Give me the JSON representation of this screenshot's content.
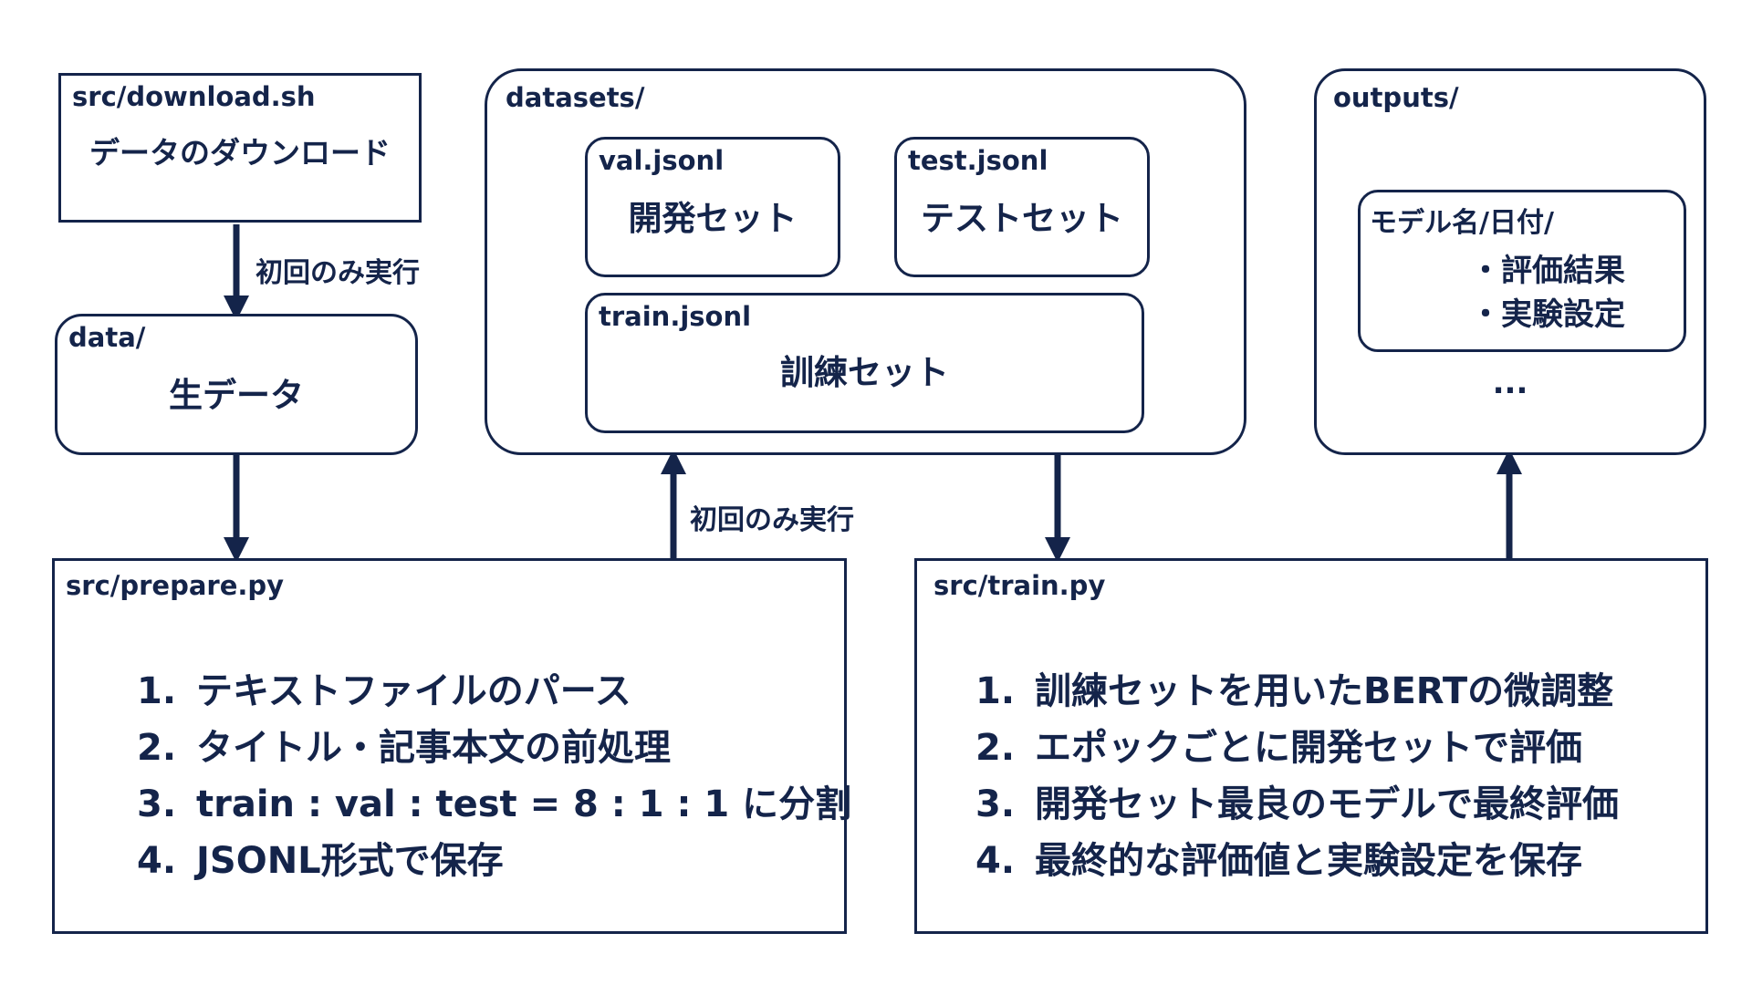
{
  "download_box": {
    "label": "src/download.sh",
    "text": "データのダウンロード"
  },
  "data_box": {
    "label": "data/",
    "text": "生データ"
  },
  "edge_download_to_data": "初回のみ実行",
  "edge_prepare_to_datasets": "初回のみ実行",
  "datasets_box": {
    "label": "datasets/",
    "val": {
      "label": "val.jsonl",
      "text": "開発セット"
    },
    "test": {
      "label": "test.jsonl",
      "text": "テストセット"
    },
    "train": {
      "label": "train.jsonl",
      "text": "訓練セット"
    }
  },
  "outputs_box": {
    "label": "outputs/",
    "model_dir": {
      "label": "モデル名/日付/",
      "items": [
        "・評価結果",
        "・実験設定"
      ]
    },
    "ellipsis": "..."
  },
  "prepare_box": {
    "label": "src/prepare.py",
    "steps": [
      {
        "num": "1.",
        "text": "テキストファイルのパース"
      },
      {
        "num": "2.",
        "text": "タイトル・記事本文の前処理"
      },
      {
        "num": "3.",
        "text": "train : val : test = 8 : 1 : 1 に分割"
      },
      {
        "num": "4.",
        "text": "JSONL形式で保存"
      }
    ]
  },
  "train_box": {
    "label": "src/train.py",
    "steps": [
      {
        "num": "1.",
        "text": "訓練セットを用いたBERTの微調整"
      },
      {
        "num": "2.",
        "text": "エポックごとに開発セットで評価"
      },
      {
        "num": "3.",
        "text": "開発セット最良のモデルで最終評価"
      },
      {
        "num": "4.",
        "text": "最終的な評価値と実験設定を保存"
      }
    ]
  },
  "colors": {
    "stroke": "#14244a",
    "background": "#ffffff"
  }
}
